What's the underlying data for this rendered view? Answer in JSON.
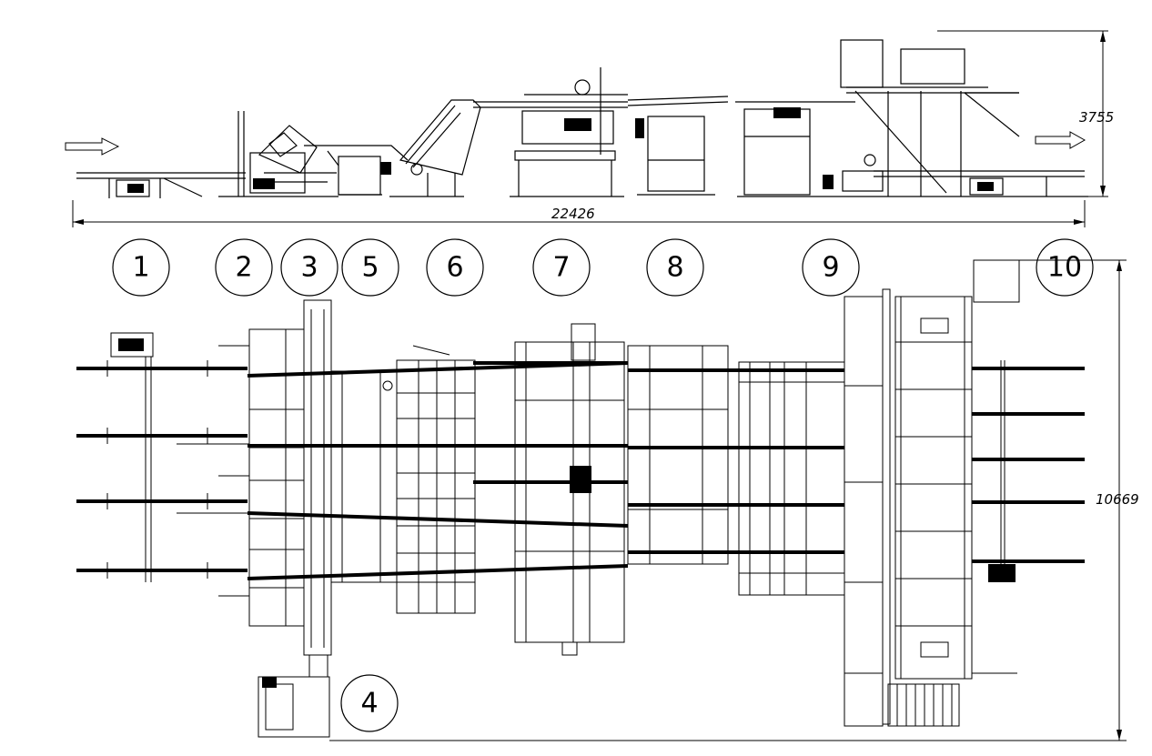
{
  "dimensions": {
    "length": "22426",
    "height": "3755",
    "width": "10669"
  },
  "stations": [
    {
      "id": "1",
      "label": "1"
    },
    {
      "id": "2",
      "label": "2"
    },
    {
      "id": "3",
      "label": "3"
    },
    {
      "id": "5",
      "label": "5"
    },
    {
      "id": "6",
      "label": "6"
    },
    {
      "id": "7",
      "label": "7"
    },
    {
      "id": "8",
      "label": "8"
    },
    {
      "id": "9",
      "label": "9"
    },
    {
      "id": "10",
      "label": "10"
    },
    {
      "id": "4",
      "label": "4"
    }
  ],
  "flow_arrows": [
    "flow-in-arrow",
    "flow-out-arrow"
  ],
  "colors": {
    "ink": "#000000",
    "paper": "#ffffff"
  }
}
